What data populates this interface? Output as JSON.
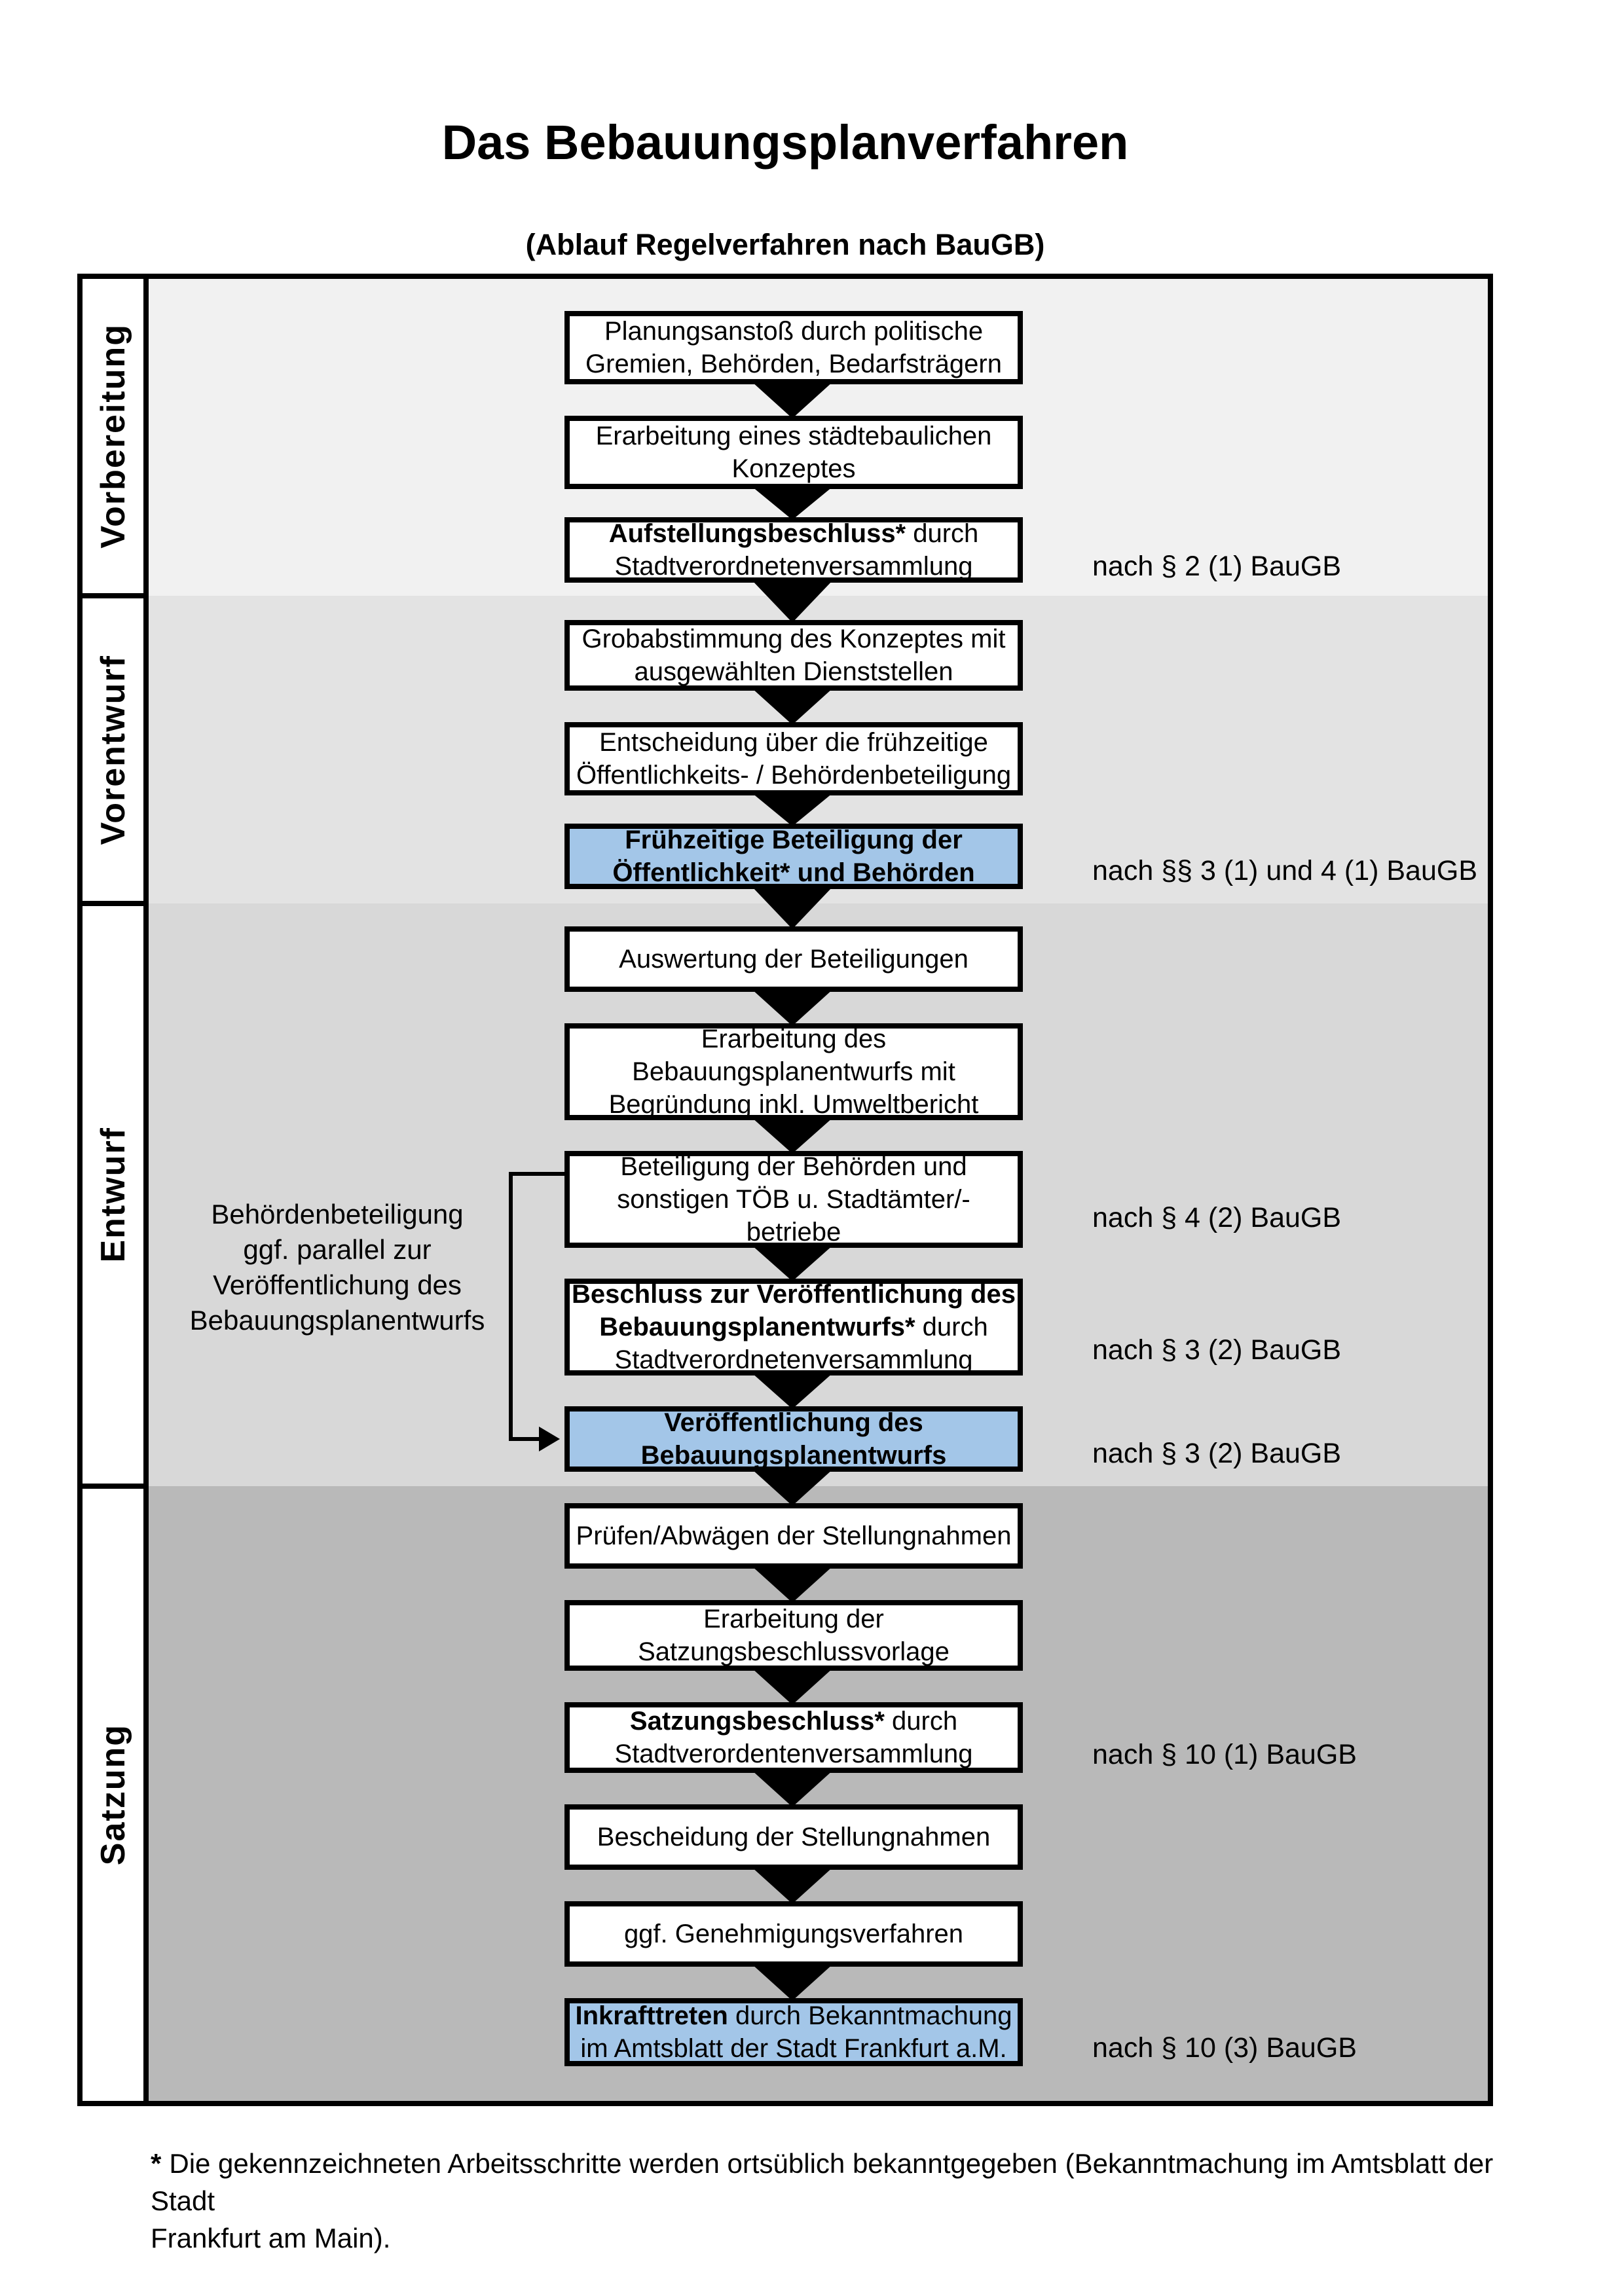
{
  "title": "Das Bebauungsplanverfahren",
  "subtitle": "(Ablauf Regelverfahren nach BauGB)",
  "colors": {
    "highlight_blue": "#a3c6e8",
    "phase_backgrounds": [
      "#f1f1f1",
      "#e3e3e3",
      "#d8d8d8",
      "#b9b9b9"
    ],
    "border_black": "#000000"
  },
  "phases": [
    {
      "label": "Vorbereitung"
    },
    {
      "label": "Vorentwurf"
    },
    {
      "label": "Entwurf"
    },
    {
      "label": "Satzung"
    }
  ],
  "flow": {
    "steps": [
      {
        "text": "Planungsanstoß durch politische Gremien, Behörden, Bedarfsträgern",
        "highlight": false,
        "annotation": null,
        "lines": [
          [
            {
              "text": "Planungsanstoß durch politische",
              "bold": false
            }
          ],
          [
            {
              "text": "Gremien, Behörden, Bedarfsträgern",
              "bold": false
            }
          ]
        ]
      },
      {
        "text": "Erarbeitung eines städtebaulichen Konzeptes",
        "highlight": false,
        "annotation": null,
        "lines": [
          [
            {
              "text": "Erarbeitung eines städtebaulichen",
              "bold": false
            }
          ],
          [
            {
              "text": "Konzeptes",
              "bold": false
            }
          ]
        ]
      },
      {
        "text": "Aufstellungsbeschluss* durch Stadtverordnetenversammlung",
        "highlight": false,
        "annotation": "nach § 2 (1) BauGB",
        "lines": [
          [
            {
              "text": "Aufstellungsbeschluss*",
              "bold": true
            },
            {
              "text": " durch",
              "bold": false
            }
          ],
          [
            {
              "text": "Stadtverordnetenversammlung",
              "bold": false
            }
          ]
        ]
      },
      {
        "text": "Grobabstimmung des Konzeptes mit ausgewählten Dienststellen",
        "highlight": false,
        "annotation": null,
        "lines": [
          [
            {
              "text": "Grobabstimmung des Konzeptes mit",
              "bold": false
            }
          ],
          [
            {
              "text": "ausgewählten Dienststellen",
              "bold": false
            }
          ]
        ]
      },
      {
        "text": "Entscheidung über die frühzeitige Öffentlichkeits- / Behördenbeteiligung",
        "highlight": false,
        "annotation": null,
        "lines": [
          [
            {
              "text": "Entscheidung über die frühzeitige",
              "bold": false
            }
          ],
          [
            {
              "text": "Öffentlichkeits- / Behördenbeteiligung",
              "bold": false
            }
          ]
        ]
      },
      {
        "text": "Frühzeitige Beteiligung der Öffentlichkeit* und Behörden",
        "highlight": true,
        "annotation": "nach §§ 3 (1) und 4 (1) BauGB",
        "lines": [
          [
            {
              "text": "Frühzeitige Beteiligung der",
              "bold": true
            }
          ],
          [
            {
              "text": "Öffentlichkeit* und Behörden",
              "bold": true
            }
          ]
        ]
      },
      {
        "text": "Auswertung der Beteiligungen",
        "highlight": false,
        "annotation": null,
        "lines": [
          [
            {
              "text": "Auswertung der Beteiligungen",
              "bold": false
            }
          ]
        ]
      },
      {
        "text": "Erarbeitung des Bebauungsplanentwurfs mit Begründung inkl. Umweltbericht",
        "highlight": false,
        "annotation": null,
        "lines": [
          [
            {
              "text": "Erarbeitung des",
              "bold": false
            }
          ],
          [
            {
              "text": "Bebauungsplanentwurfs mit",
              "bold": false
            }
          ],
          [
            {
              "text": "Begründung inkl. Umweltbericht",
              "bold": false
            }
          ]
        ]
      },
      {
        "text": "Beteiligung der Behörden und sonstigen TÖB u. Stadtämter/-betriebe",
        "highlight": false,
        "annotation": "nach § 4 (2) BauGB",
        "lines": [
          [
            {
              "text": "Beteiligung der Behörden und",
              "bold": false
            }
          ],
          [
            {
              "text": "sonstigen TÖB u. Stadtämter/-betriebe",
              "bold": false
            }
          ]
        ]
      },
      {
        "text": "Beschluss zur Veröffentlichung des Bebauungsplanentwurfs* durch Stadtverordnetenversammlung",
        "highlight": false,
        "annotation": "nach § 3 (2) BauGB",
        "lines": [
          [
            {
              "text": "Beschluss zur Veröffentlichung des",
              "bold": true
            }
          ],
          [
            {
              "text": "Bebauungsplanentwurfs*",
              "bold": true
            },
            {
              "text": " durch",
              "bold": false
            }
          ],
          [
            {
              "text": "Stadtverordnetenversammlung",
              "bold": false
            }
          ]
        ]
      },
      {
        "text": "Veröffentlichung des Bebauungsplanentwurfs",
        "highlight": true,
        "annotation": "nach § 3 (2) BauGB",
        "lines": [
          [
            {
              "text": "Veröffentlichung des",
              "bold": true
            }
          ],
          [
            {
              "text": "Bebauungsplanentwurfs",
              "bold": true
            }
          ]
        ]
      },
      {
        "text": "Prüfen/Abwägen der Stellungnahmen",
        "highlight": false,
        "annotation": null,
        "lines": [
          [
            {
              "text": "Prüfen/Abwägen der Stellungnahmen",
              "bold": false
            }
          ]
        ]
      },
      {
        "text": "Erarbeitung der Satzungsbeschlussvorlage",
        "highlight": false,
        "annotation": null,
        "lines": [
          [
            {
              "text": "Erarbeitung der",
              "bold": false
            }
          ],
          [
            {
              "text": "Satzungsbeschlussvorlage",
              "bold": false
            }
          ]
        ]
      },
      {
        "text": "Satzungsbeschluss* durch Stadtverordentenversammlung",
        "highlight": false,
        "annotation": "nach § 10 (1) BauGB",
        "lines": [
          [
            {
              "text": "Satzungsbeschluss*",
              "bold": true
            },
            {
              "text": " durch",
              "bold": false
            }
          ],
          [
            {
              "text": "Stadtverordentenversammlung",
              "bold": false
            }
          ]
        ]
      },
      {
        "text": "Bescheidung der Stellungnahmen",
        "highlight": false,
        "annotation": null,
        "lines": [
          [
            {
              "text": "Bescheidung der Stellungnahmen",
              "bold": false
            }
          ]
        ]
      },
      {
        "text": "ggf. Genehmigungsverfahren",
        "highlight": false,
        "annotation": null,
        "lines": [
          [
            {
              "text": "ggf. Genehmigungsverfahren",
              "bold": false
            }
          ]
        ]
      },
      {
        "text": "Inkrafttreten durch Bekanntmachung im Amtsblatt der Stadt Frankfurt a.M.",
        "highlight": true,
        "annotation": "nach § 10 (3) BauGB",
        "lines": [
          [
            {
              "text": "Inkrafttreten",
              "bold": true
            },
            {
              "text": " durch Bekanntmachung",
              "bold": false
            }
          ],
          [
            {
              "text": "im Amtsblatt der Stadt Frankfurt a.M.",
              "bold": false
            }
          ]
        ]
      }
    ]
  },
  "side_note": {
    "lines": [
      "Behördenbeteiligung",
      "ggf. parallel zur",
      "Veröffentlichung des",
      "Bebauungsplanentwurfs"
    ]
  },
  "footnote": {
    "marker": "*",
    "line1": "Die gekennzeichneten Arbeitsschritte werden ortsüblich bekanntgegeben (Bekanntmachung im Amtsblatt der Stadt",
    "line2": "Frankfurt am Main)."
  }
}
